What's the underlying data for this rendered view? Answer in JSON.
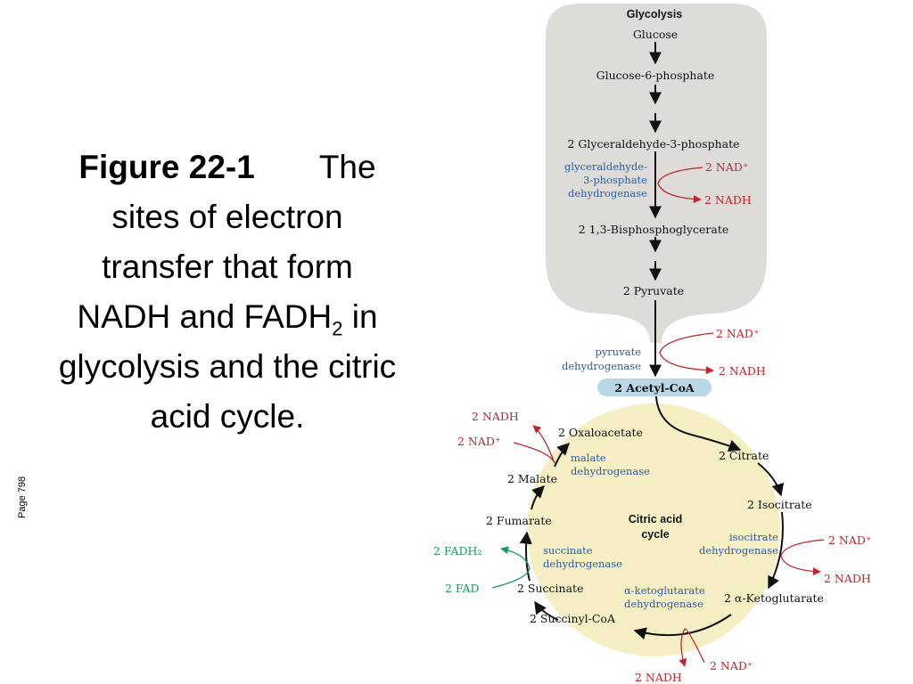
{
  "caption": {
    "figure_label": "Figure 22-1",
    "line1_rest": "The",
    "line2": "sites of electron",
    "line3": "transfer that form",
    "line4_a": "NADH and FADH",
    "line4_sub": "2",
    "line4_b": " in",
    "line5": "glycolysis and the citric",
    "line6": "acid cycle."
  },
  "page_note": "Page 798",
  "glycolysis": {
    "title": "Glycolysis",
    "glucose": "Glucose",
    "g6p": "Glucose-6-phosphate",
    "gap": "2 Glyceraldehyde-3-phosphate",
    "enzyme_line1": "glyceraldehyde-",
    "enzyme_line2": "3-phosphate",
    "enzyme_line3": "dehydrogenase",
    "nad_in": "2 NAD⁺",
    "nadh_out": "2 NADH",
    "bpg": "2  1,3-Bisphosphoglycerate",
    "pyruvate": "2 Pyruvate"
  },
  "pdh": {
    "enzyme_line1": "pyruvate",
    "enzyme_line2": "dehydrogenase",
    "nad_in": "2 NAD⁺",
    "nadh_out": "2 NADH",
    "acetyl_coa": "2 Acetyl-CoA"
  },
  "tca": {
    "title_line1": "Citric acid",
    "title_line2": "cycle",
    "oxaloacetate": "2 Oxaloacetate",
    "citrate": "2 Citrate",
    "isocitrate": "2 Isocitrate",
    "akg": "2 α-Ketoglutarate",
    "succinyl_coa": "2 Succinyl-CoA",
    "succinate": "2 Succinate",
    "fumarate": "2 Fumarate",
    "malate": "2 Malate",
    "mdh_line1": "malate",
    "mdh_line2": "dehydrogenase",
    "mdh_nadh": "2 NADH",
    "mdh_nad": "2 NAD⁺",
    "idh_line1": "isocitrate",
    "idh_line2": "dehydrogenase",
    "idh_nad": "2 NAD⁺",
    "idh_nadh": "2 NADH",
    "akgdh_line1": "α-ketoglutarate",
    "akgdh_line2": "dehydrogenase",
    "akgdh_nad": "2 NAD⁺",
    "akgdh_nadh": "2 NADH",
    "sdh_line1": "succinate",
    "sdh_line2": "dehydrogenase",
    "sdh_fadh2": "2 FADH₂",
    "sdh_fad": "2 FAD"
  },
  "colors": {
    "glycolysis_bg": "#dedcd9",
    "cycle_bg": "#f7efc4",
    "acetyl_bg": "#b9d7e6",
    "enzyme": "#2a5ca8",
    "nad": "#c0272d",
    "fad": "#1a9a5c"
  }
}
